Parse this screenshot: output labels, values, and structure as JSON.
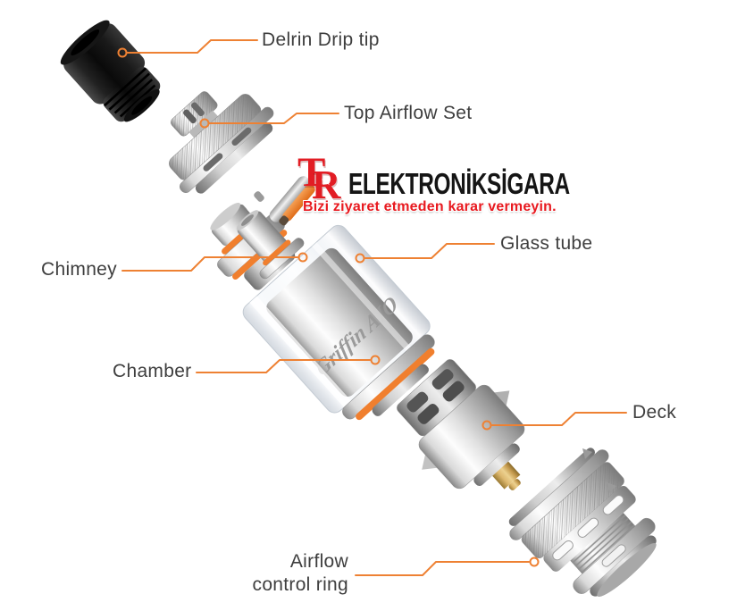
{
  "scene": {
    "background": "#ffffff",
    "description": "Exploded-view parts diagram of a Griffin AIO tank"
  },
  "logo": {
    "mark_t": "T",
    "mark_r": "R",
    "mark_star": "★",
    "name": "ELEKTRONİKSİGARA",
    "tagline": "Bizi ziyaret etmeden karar vermeyin.",
    "red": "#e21d24",
    "name_color": "#151515"
  },
  "engraving": "Griffin AIO",
  "labels": {
    "delrin": "Delrin Drip tip",
    "top_airflow": "Top Airflow Set",
    "glass_tube": "Glass tube",
    "chimney": "Chimney",
    "chamber": "Chamber",
    "deck": "Deck",
    "airflow_line1": "Airflow",
    "airflow_line2": "control ring"
  },
  "style": {
    "leader_color": "#ee8133",
    "label_color": "#3e3e3e",
    "oring_color": "#f07f2e",
    "gold_color": "#d1a159"
  }
}
